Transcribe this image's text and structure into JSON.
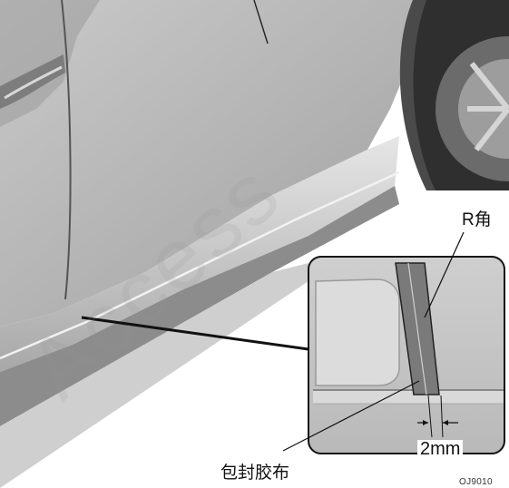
{
  "labels": {
    "r_corner": "R角",
    "tape": "包封胶布",
    "dimension": "2mm",
    "figure_code": "OJ9010"
  },
  "watermark": "Access",
  "colors": {
    "body_panel": "#b7b7b7",
    "panel_dark": "#8f8f8f",
    "tire": "#3a3a3a",
    "tape": "#7a7a7a",
    "line": "#111111"
  }
}
